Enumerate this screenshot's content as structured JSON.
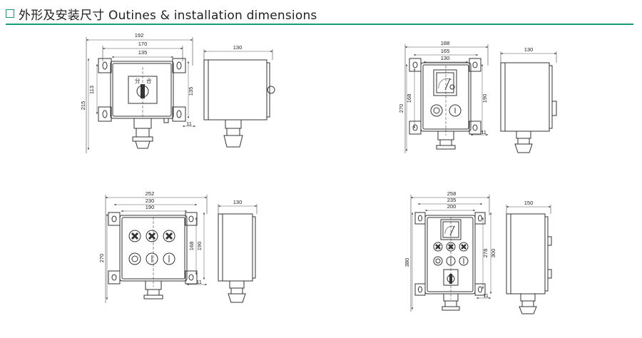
{
  "header": {
    "title": "外形及安装尺寸 Outines & installation dimensions",
    "accent_color": "#1a9a7a"
  },
  "diagrams": {
    "d1": {
      "front_w1": "192",
      "front_w2": "170",
      "front_w3": "135",
      "h_total": "215",
      "h_inner": "113",
      "h_right": "135",
      "side_w": "130",
      "side_small": "11",
      "switch_left": "分",
      "switch_right": "合"
    },
    "d2": {
      "front_w1": "188",
      "front_w2": "165",
      "front_w3": "130",
      "h_total": "270",
      "h_inner": "168",
      "h_right": "190",
      "side_w": "130",
      "side_small": "11"
    },
    "d3": {
      "front_w1": "252",
      "front_w2": "230",
      "front_w3": "190",
      "h_total": "270",
      "h_inner": "168",
      "h_right": "190",
      "side_w": "130",
      "side_small": "11"
    },
    "d4": {
      "front_w1": "258",
      "front_w2": "235",
      "front_w3": "200",
      "h_total": "380",
      "h_inner": "278",
      "h_right": "300",
      "side_w": "150",
      "side_small": "11"
    }
  }
}
